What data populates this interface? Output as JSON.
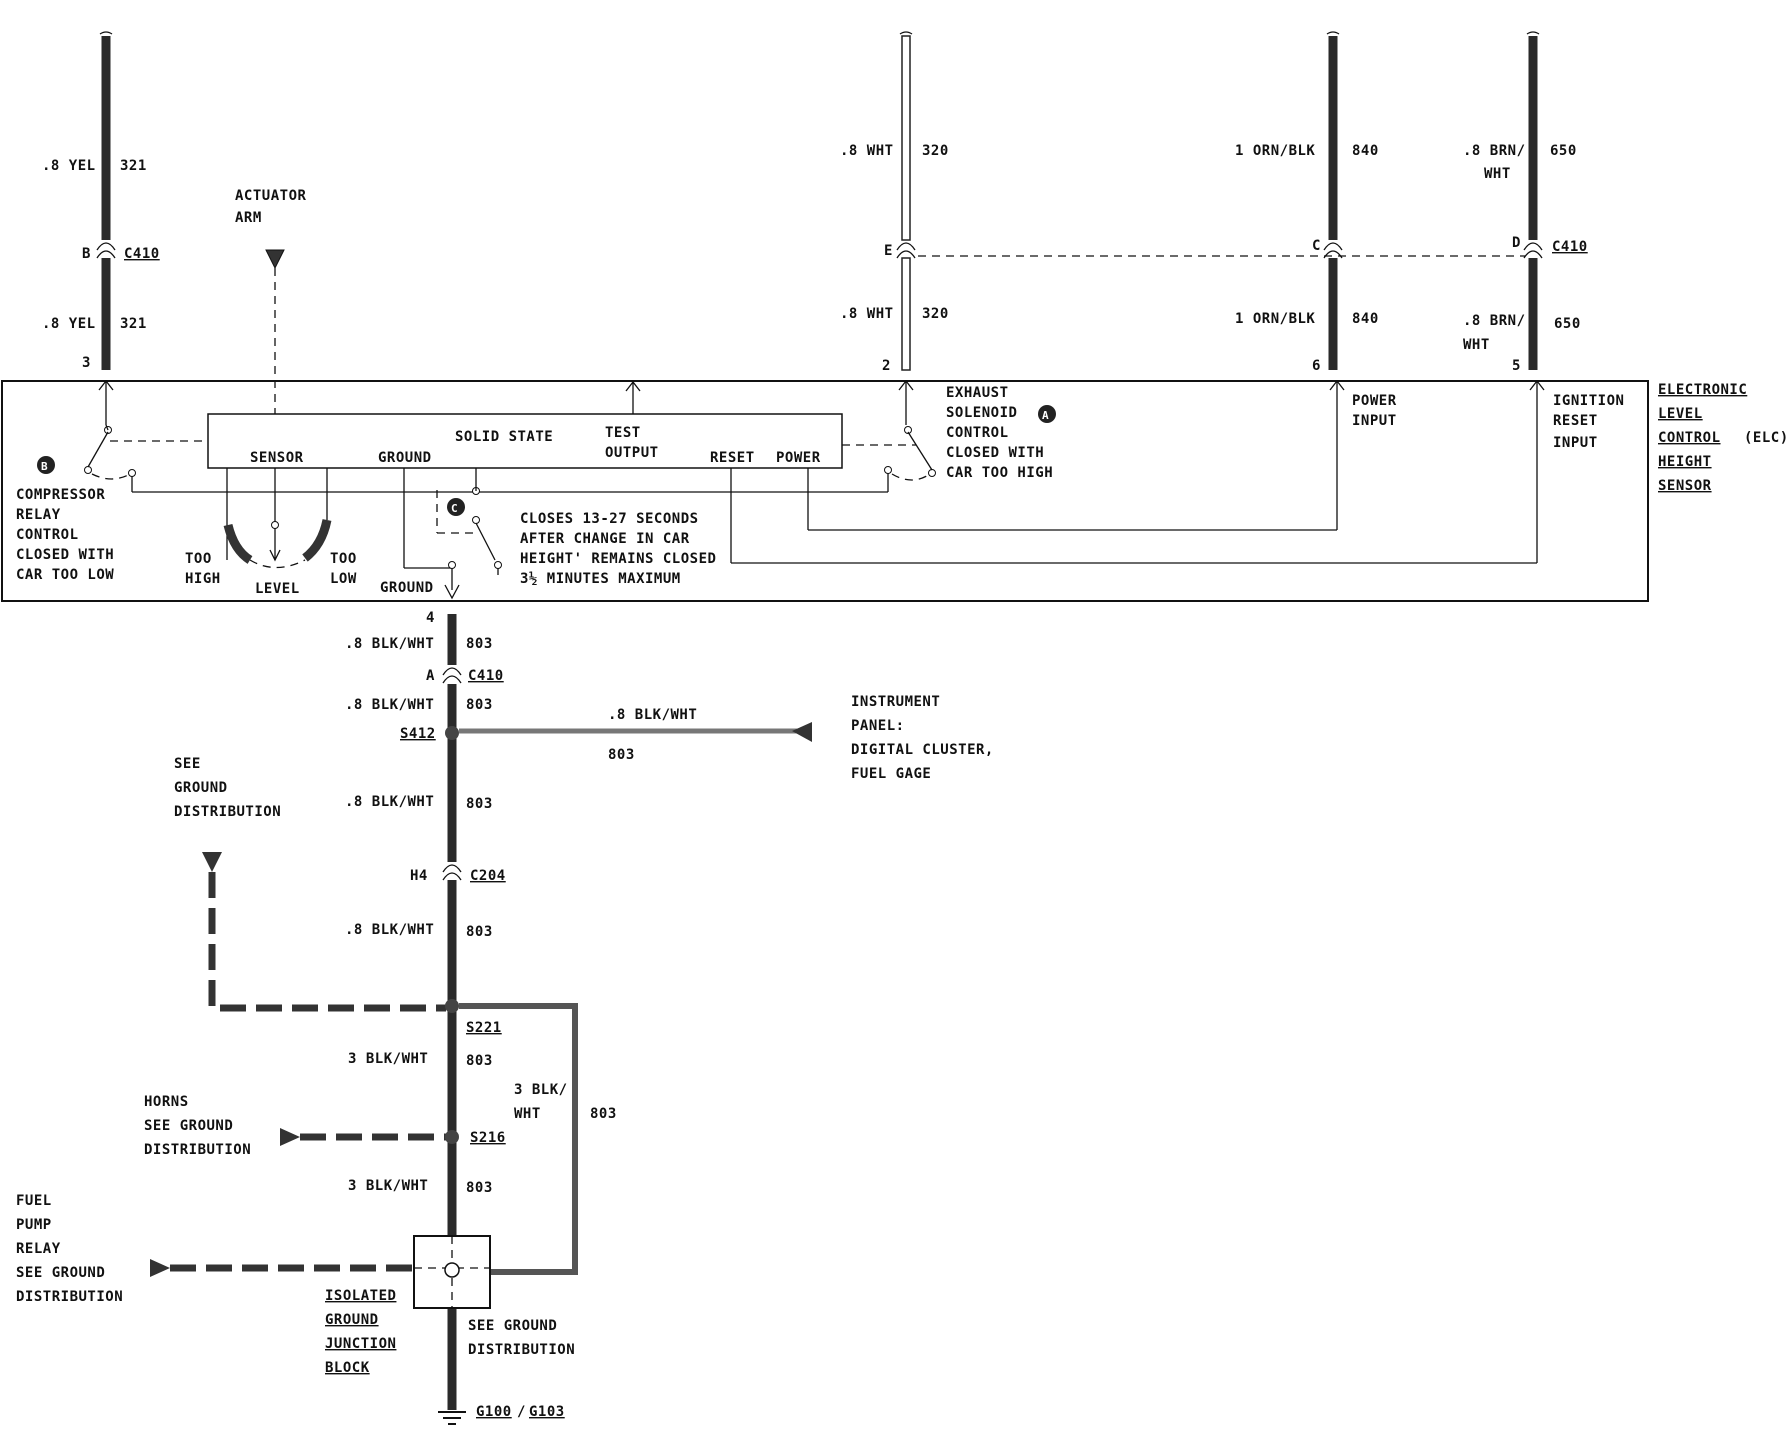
{
  "top_wires": [
    {
      "id": "yel",
      "top_label": ".8 YEL",
      "top_num": "321",
      "connector_pin": "B",
      "connector": "C410",
      "bottom_label": ".8 YEL",
      "bottom_num": "321",
      "elc_pin": "3"
    },
    {
      "id": "wht",
      "top_label": ".8 WHT",
      "top_num": "320",
      "connector_pin": "E",
      "bottom_label": ".8 WHT",
      "bottom_num": "320",
      "elc_pin": "2"
    },
    {
      "id": "orn",
      "top_label": "1 ORN/BLK",
      "top_num": "840",
      "connector_pin": "C",
      "bottom_label": "1 ORN/BLK",
      "bottom_num": "840",
      "elc_pin": "6"
    },
    {
      "id": "brn",
      "top_label1": ".8 BRN/",
      "top_label2": "WHT",
      "top_num": "650",
      "connector_pin": "D",
      "connector": "C410",
      "bottom_label1": ".8 BRN/",
      "bottom_label2": "WHT",
      "bottom_num": "650",
      "elc_pin": "5"
    }
  ],
  "actuator": {
    "line1": "ACTUATOR",
    "line2": "ARM"
  },
  "elc": {
    "title_lines": [
      "ELECTRONIC",
      "LEVEL",
      "CONTROL",
      "(ELC)",
      "HEIGHT",
      "SENSOR"
    ],
    "solid_state": "SOLID STATE",
    "sensor": "SENSOR",
    "ground": "GROUND",
    "test_output_1": "TEST",
    "test_output_2": "OUTPUT",
    "reset": "RESET",
    "power": "POWER",
    "marker_a": "A",
    "marker_b": "B",
    "marker_c": "C",
    "exhaust_lines": [
      "EXHAUST",
      "SOLENOID",
      "CONTROL",
      "CLOSED WITH",
      "CAR TOO HIGH"
    ],
    "compressor_lines": [
      "COMPRESSOR",
      "RELAY",
      "CONTROL",
      "CLOSED WITH",
      "CAR TOO LOW"
    ],
    "closes_lines": [
      "CLOSES 13-27 SECONDS",
      "AFTER CHANGE IN CAR",
      "HEIGHT' REMAINS CLOSED",
      "3½ MINUTES MAXIMUM"
    ],
    "power_input": [
      "POWER",
      "INPUT"
    ],
    "ignition_reset": [
      "IGNITION",
      "RESET",
      "INPUT"
    ],
    "too_high": [
      "TOO",
      "HIGH"
    ],
    "level": "LEVEL",
    "too_low": [
      "TOO",
      "LOW"
    ],
    "ground_bottom": "GROUND"
  },
  "ground_path": {
    "pin4": "4",
    "w1_label": ".8 BLK/WHT",
    "w1_num": "803",
    "c410_pin": "A",
    "c410": "C410",
    "w2_label": ".8 BLK/WHT",
    "w2_num": "803",
    "s412": "S412",
    "branch_label": ".8 BLK/WHT",
    "branch_num": "803",
    "instrument_lines": [
      "INSTRUMENT",
      "PANEL:",
      "DIGITAL CLUSTER,",
      "FUEL GAGE"
    ],
    "w3_label": ".8 BLK/WHT",
    "w3_num": "803",
    "c204_pin": "H4",
    "c204": "C204",
    "w4_label": ".8 BLK/WHT",
    "w4_num": "803",
    "see_ground_lines": [
      "SEE",
      "GROUND",
      "DISTRIBUTION"
    ],
    "s221": "S221",
    "w5_label": "3 BLK/WHT",
    "w5_num": "803",
    "side_label1": "3 BLK/",
    "side_label2": "WHT",
    "side_num": "803",
    "horns_lines": [
      "HORNS",
      "SEE GROUND",
      "DISTRIBUTION"
    ],
    "s216": "S216",
    "w6_label": "3 BLK/WHT",
    "w6_num": "803",
    "fuel_lines": [
      "FUEL",
      "PUMP",
      "RELAY",
      "SEE GROUND",
      "DISTRIBUTION"
    ],
    "iso_lines": [
      "ISOLATED",
      "GROUND",
      "JUNCTION",
      "BLOCK"
    ],
    "see_ground_dist": [
      "SEE GROUND",
      "DISTRIBUTION"
    ],
    "g100": "G100",
    "g103": "G103"
  }
}
